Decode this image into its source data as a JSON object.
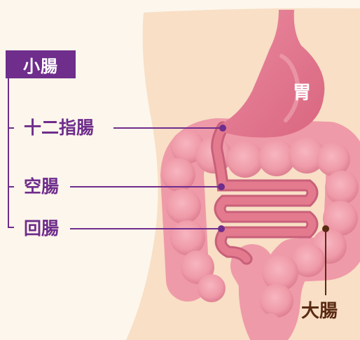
{
  "title": "小腸",
  "small_intestine_parts": [
    {
      "label": "十二指腸"
    },
    {
      "label": "空腸"
    },
    {
      "label": "回腸"
    }
  ],
  "stomach_label": "胃",
  "large_intestine_label": "大腸",
  "colors": {
    "accent": "#6f2d8c",
    "background": "#fdf6ec",
    "skin": "#f8dfc6",
    "intestine": "#ef9aa8",
    "intestine_dark": "#d97e8f",
    "stomach": "#e37a8e",
    "label_dark": "#5a2a12"
  }
}
